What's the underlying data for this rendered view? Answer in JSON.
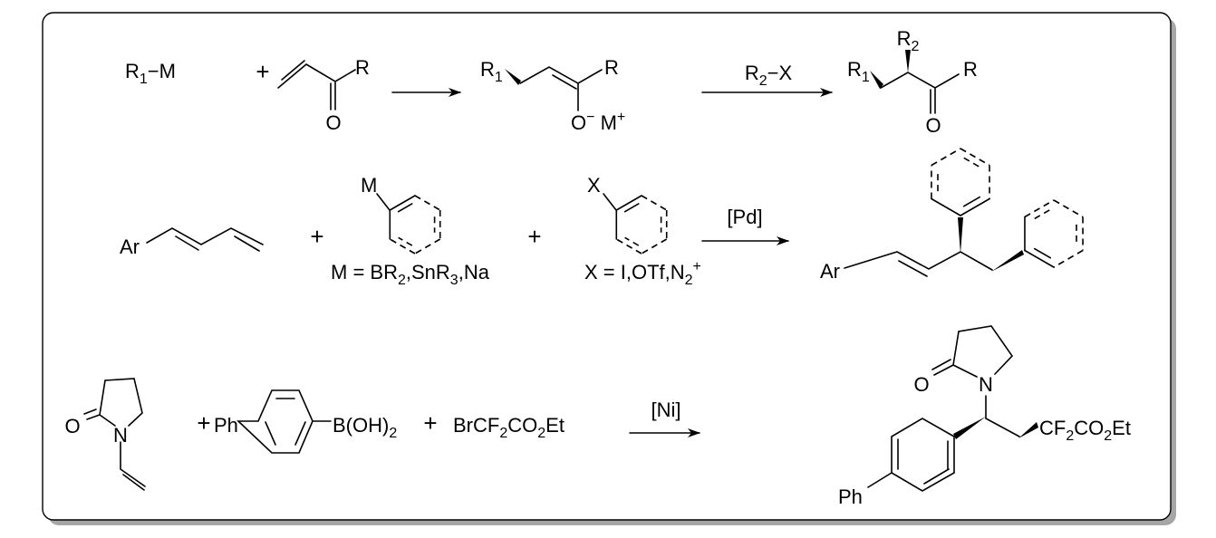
{
  "row1": {
    "reagent": [
      "R",
      "_1",
      "−M"
    ],
    "plus": "+",
    "enone_r": "R",
    "enone_o": "O",
    "enolate_r1": [
      "R",
      "_1"
    ],
    "enolate_r": "R",
    "enolate_o": [
      "O",
      "^−",
      " M",
      "^+"
    ],
    "arrow_label": [
      "R",
      "_2",
      "−X"
    ],
    "product_r1": [
      "R",
      "_1"
    ],
    "product_r2": [
      "R",
      "_2"
    ],
    "product_r": "R",
    "product_o": "O"
  },
  "row2": {
    "diene_ar": "Ar",
    "plus1": "+",
    "aryl_m": "M",
    "m_definition": [
      "M = BR",
      "_2",
      ",SnR",
      "_3",
      ",Na"
    ],
    "plus2": "+",
    "aryl_x": "X",
    "x_definition": [
      "X = I,OTf,N",
      "_2",
      "^+"
    ],
    "catalyst": "[Pd]",
    "product_ar": "Ar"
  },
  "row3": {
    "lactam_o": "O",
    "lactam_n": "N",
    "plus1": "+",
    "ph": "Ph",
    "boronic": [
      "B(OH)",
      "_2"
    ],
    "plus2": "+",
    "bromide": [
      "BrCF",
      "_2",
      "CO",
      "_2",
      "Et"
    ],
    "catalyst": "[Ni]",
    "product_o": "O",
    "product_n": "N",
    "product_chain": [
      "CF",
      "_2",
      "CO",
      "_2",
      "Et"
    ],
    "product_ph": "Ph"
  }
}
